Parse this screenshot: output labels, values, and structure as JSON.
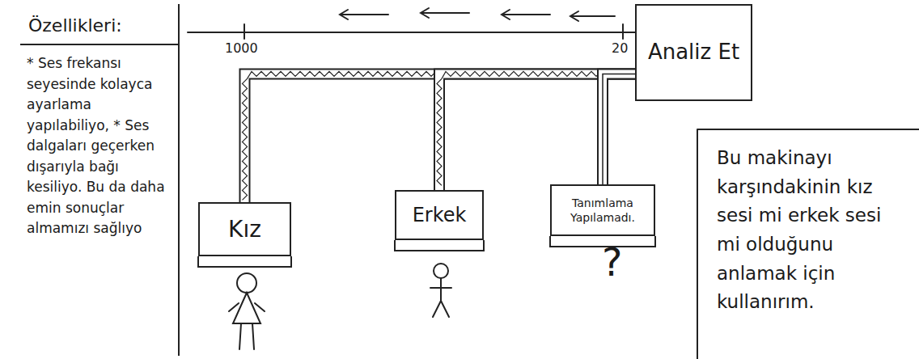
{
  "diagram": {
    "nodes": [
      {
        "text": [
          "Özellikleri:",
          "* Ses frekansı seyesinde kolayca ayarlama yapılabiliyo, * Ses dalgaları geçerken dışarıyla bağı kesiliyo. Bu da daha emin sonuçlar almamızı sağlıyo"
        ]
      },
      {
        "text": [
          "Analiz Et"
        ]
      },
      {
        "text": [
          "Kız"
        ]
      },
      {
        "text": [
          "Erkek"
        ]
      },
      {
        "text": [
          "Tanımlama Yapılamadı."
        ]
      },
      {
        "text": [
          "Bu makinayı karşındakinin kız sesi mi erkek sesi mi olduğunu anlamak için kullanırım."
        ]
      }
    ],
    "edges": [
      {
        "from": 1,
        "to": 2,
        "arrow": "none"
      },
      {
        "from": 1,
        "to": 3,
        "arrow": "none"
      },
      {
        "from": 1,
        "to": 4,
        "arrow": "none"
      }
    ],
    "labels": [
      "1000",
      "20",
      "?"
    ]
  }
}
